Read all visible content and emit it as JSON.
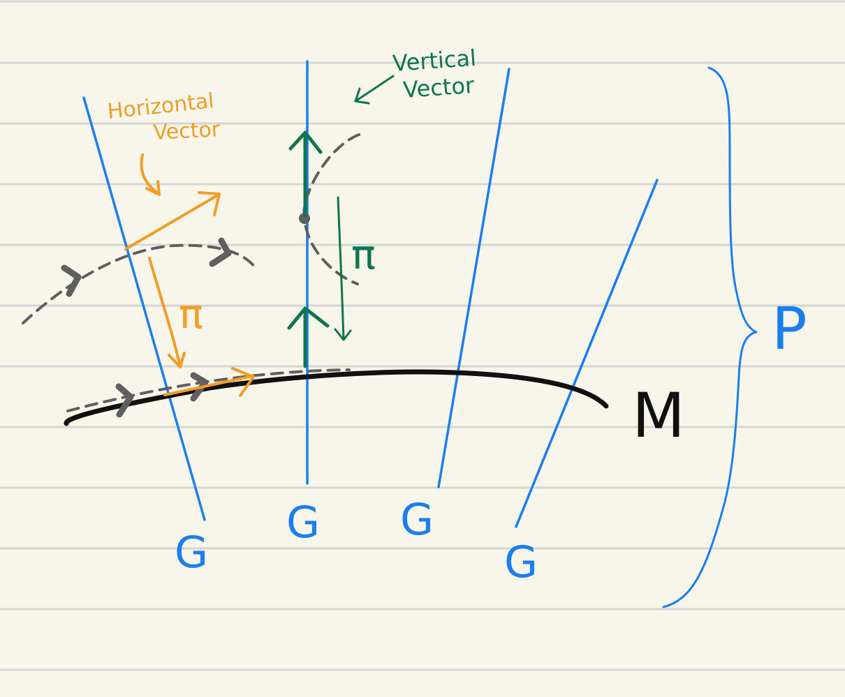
{
  "colors": {
    "paper": "#f8f6ea",
    "rule": "#d5d7d6",
    "fiber": "#1a7ef0",
    "horizontal": "#f39c26",
    "vertical": "#0f7450",
    "manifold": "#111111",
    "flow": "#5f5f5f"
  },
  "labels": {
    "horizontal_vector": [
      "Horizontal",
      "Vector"
    ],
    "vertical_vector": [
      "Vertical",
      "Vector"
    ],
    "pi_horizontal": "π",
    "pi_vertical": "π",
    "manifold": "M",
    "bundle": "P",
    "fiber_labels": [
      "G",
      "G",
      "G",
      "G"
    ]
  }
}
